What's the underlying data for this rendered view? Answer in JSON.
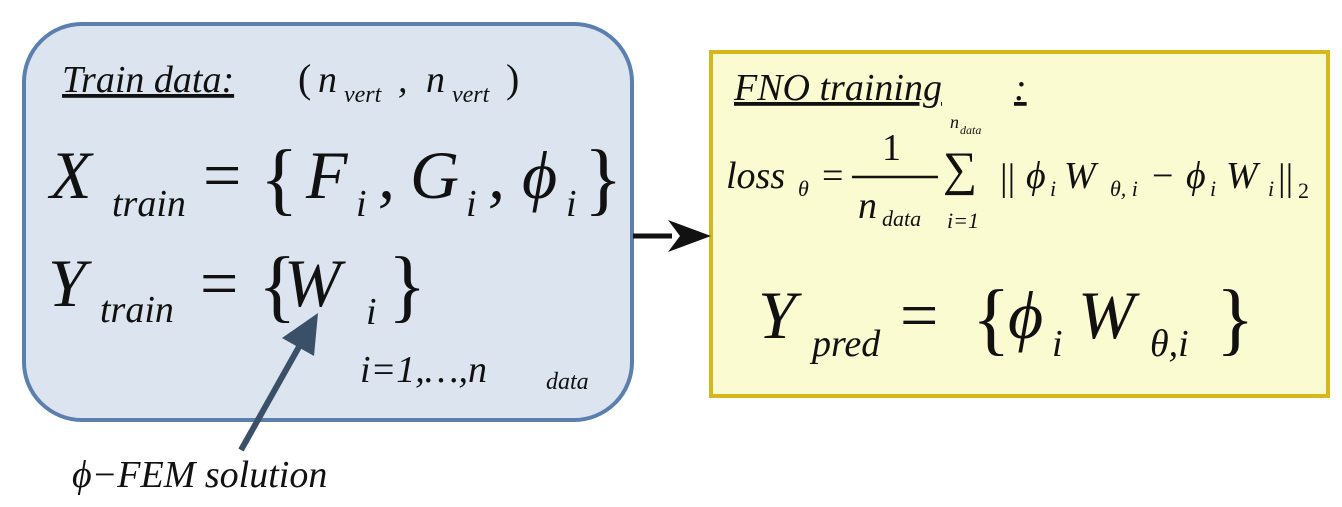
{
  "colors": {
    "left_box_fill": "#dce5ef",
    "left_box_stroke": "#5b80ad",
    "right_box_fill": "#fbfbd1",
    "right_box_stroke": "#d6b81a",
    "arrow_dark": "#3a5068",
    "arrow_black": "#111111"
  },
  "train_box": {
    "title": "Train data",
    "title_colon": ":",
    "dims_open": "(",
    "dims_n1": "n",
    "dims_sub1": "vert",
    "dims_comma": ",",
    "dims_n2": "n",
    "dims_sub2": "vert",
    "dims_close": ")",
    "x_var": "X",
    "x_sub": "train",
    "equals": "=",
    "brace_open": "{",
    "brace_close": "}",
    "x_term1": "F",
    "x_term2": "G",
    "x_term3": "ϕ",
    "index": "i",
    "comma": ",",
    "y_var": "Y",
    "y_sub": "train",
    "y_term": "W",
    "range_text": "i=1,…,n",
    "range_sub": "data"
  },
  "fem_label": "ϕ−FEM solution",
  "fno_box": {
    "title": "FNO training",
    "title_colon": ":",
    "loss_word": "loss",
    "loss_sub": "θ",
    "equals": "=",
    "frac_num": "1",
    "frac_den": "n",
    "frac_den_sub": "data",
    "sum_symbol": "∑",
    "sum_upper": "n",
    "sum_upper_sub": "data",
    "sum_lower": "i=1",
    "norm_open": "||",
    "phi": "ϕ",
    "i": "i",
    "W": "W",
    "theta_i": "θ, i",
    "minus": "−",
    "norm_close": "||",
    "norm_sub": "2",
    "ypred_var": "Y",
    "ypred_sub": "pred",
    "ypred_equals": "=",
    "brace_open": "{",
    "brace_close": "}",
    "ypred_phi": "ϕ",
    "ypred_i": "i",
    "ypred_W": "W",
    "ypred_sub_theta": "θ,i"
  }
}
